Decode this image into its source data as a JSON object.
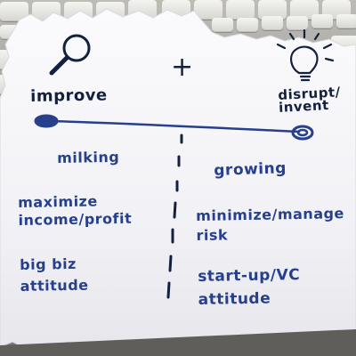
{
  "scene": {
    "kind": "photo",
    "background_colors": {
      "paper": "#f4f4f7",
      "ink_blue": "#26408c",
      "ink_dark": "#13213f",
      "keyboard_keys": "#e6e5e1"
    }
  },
  "sketch": {
    "left_heading": "improve",
    "right_heading": "disrupt/\ninvent",
    "plus_sign": "+",
    "left_column": {
      "title": "milking",
      "item_1": "maximize\nincome/profit",
      "item_2": "big biz\nattitude"
    },
    "right_column": {
      "title": "growing",
      "item_1": "minimize/manage\nrisk",
      "item_2": "start-up/VC\nattitude"
    },
    "icons": {
      "left": "magnifier-icon",
      "right": "lightbulb-icon"
    }
  }
}
